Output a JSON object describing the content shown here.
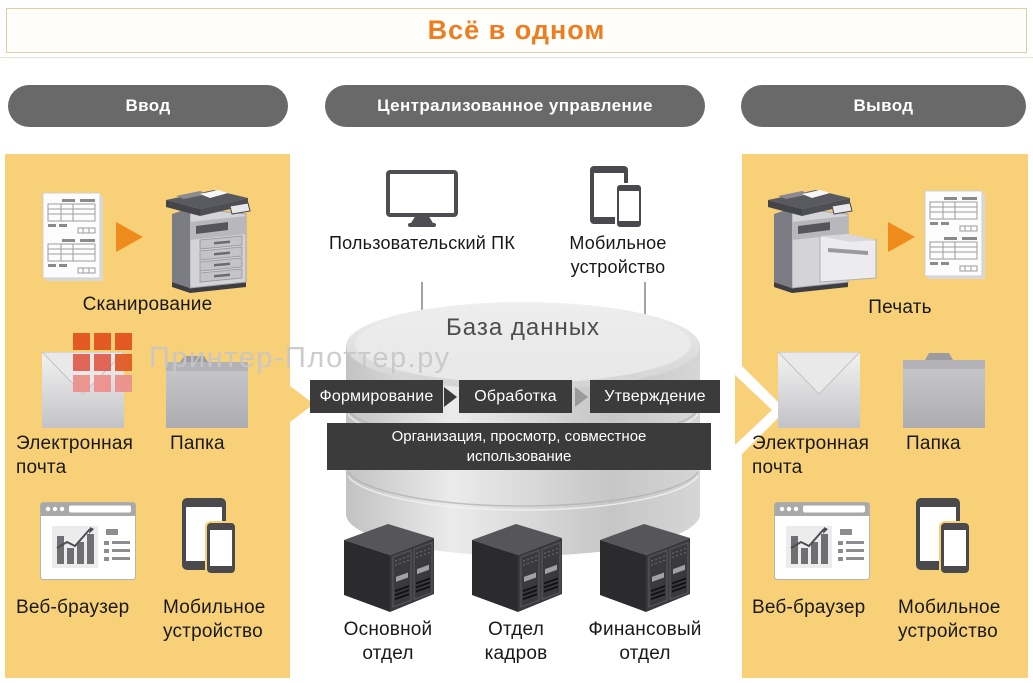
{
  "title": "Всё в одном",
  "headers": {
    "input": "Ввод",
    "management": "Централизованное управление",
    "output": "Вывод"
  },
  "input_panel": {
    "scan": "Сканирование",
    "email": "Электронная\nпочта",
    "folder": "Папка",
    "browser": "Веб-браузер",
    "mobile": "Мобильное\nустройство"
  },
  "management": {
    "pc": "Пользовательский ПК",
    "mobile": "Мобильное\nустройство",
    "database": "База данных",
    "steps": [
      "Формирование",
      "Обработка",
      "Утверждение"
    ],
    "wide_step": "Организация, просмотр, совместное\nиспользование",
    "servers": [
      "Основной\nотдел",
      "Отдел\nкадров",
      "Финансовый\nотдел"
    ]
  },
  "output_panel": {
    "print": "Печать",
    "email": "Электронная\nпочта",
    "folder": "Папка",
    "browser": "Веб-браузер",
    "mobile": "Мобильное\nустройство"
  },
  "watermark": {
    "text": "Принтер-Плоттер.ру",
    "grid_colors": [
      "#e25320",
      "#e25320",
      "#e25320",
      "#e15f50",
      "#e15f50",
      "#e15b26",
      "#ec918d",
      "#ec918d",
      "#ec918d"
    ]
  },
  "colors": {
    "accent_orange": "#ed7d1f",
    "panel_yellow": "#f7d077",
    "pill_gray": "#696969",
    "process_dark": "#3b3b3b"
  }
}
